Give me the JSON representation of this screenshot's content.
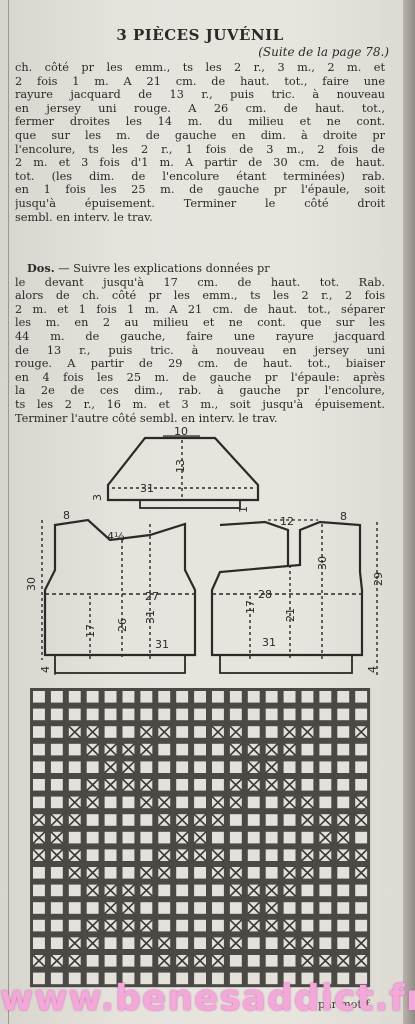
{
  "header": {
    "title": "3 PIÈCES JUVÉNIL",
    "subtitle": "(Suite de la page 78.)"
  },
  "paragraph1": {
    "lines": [
      "ch. côté pr les emm., ts les 2 r., 3 m., 2 m. et",
      "2 fois 1 m. A 21 cm. de haut. tot., faire une",
      "rayure jacquard de 13 r., puis tric. à nouveau",
      "en jersey uni rouge. A 26 cm. de haut. tot.,",
      "fermer droites les 14 m. du milieu et ne cont.",
      "que sur les m. de gauche en dim. à droite pr",
      "l'encolure, ts les 2 r., 1 fois de 3 m., 2 fois de",
      "2 m. et 3 fois d'1 m. A partir de 30 cm. de haut.",
      "tot. (les dim. de l'encolure étant terminées) rab.",
      "en 1 fois les 25 m. de gauche pr l'épaule, soit",
      "jusqu'à épuisement. Terminer le côté droit",
      "sembl. en interv. le trav."
    ]
  },
  "paragraph2": {
    "heading": "Dos.",
    "lines": [
      " — Suivre les explications données pr",
      "le devant jusqu'à 17 cm. de haut. tot. Rab.",
      "alors de ch. côté pr les emm., ts les 2 r., 2 fois",
      "2 m. et 1 fois 1 m. A 21 cm. de haut. tot., séparer",
      "les m. en 2 au milieu et ne cont. que sur les",
      "44 m. de gauche, faire une rayure jacquard",
      "de 13 r., puis tric. à nouveau en jersey uni",
      "rouge. A partir de 29 cm. de haut. tot., biaiser",
      "en 4 fois les 25 m. de gauche pr l'épaule: après",
      "la 2e de ces dim., rab. à gauche pr l'encolure,",
      "ts les 2 r., 16 m. et 3 m., soit jusqu'à épuisement.",
      "Terminer l'autre côté sembl. en interv. le trav."
    ]
  },
  "schema_collar": {
    "top": "10",
    "height": "13",
    "width": "31",
    "band_left": "3",
    "band_right": "1"
  },
  "schema_front": {
    "shoulder": "8",
    "neck": "4½",
    "width": "27",
    "total_height": "30",
    "lower_height": "17",
    "mid_height": "26",
    "inner_height": "31",
    "bottom_width": "31",
    "rib": "4"
  },
  "schema_back": {
    "neck_width": "12",
    "shoulder": "8",
    "width": "28",
    "inner_height": "30",
    "total_height": "29",
    "lower_height": "17",
    "mid_height": "21",
    "bottom_width": "31",
    "rib": "4"
  },
  "watermark": "www.benesaddict.fr",
  "tail_text": "par motif"
}
